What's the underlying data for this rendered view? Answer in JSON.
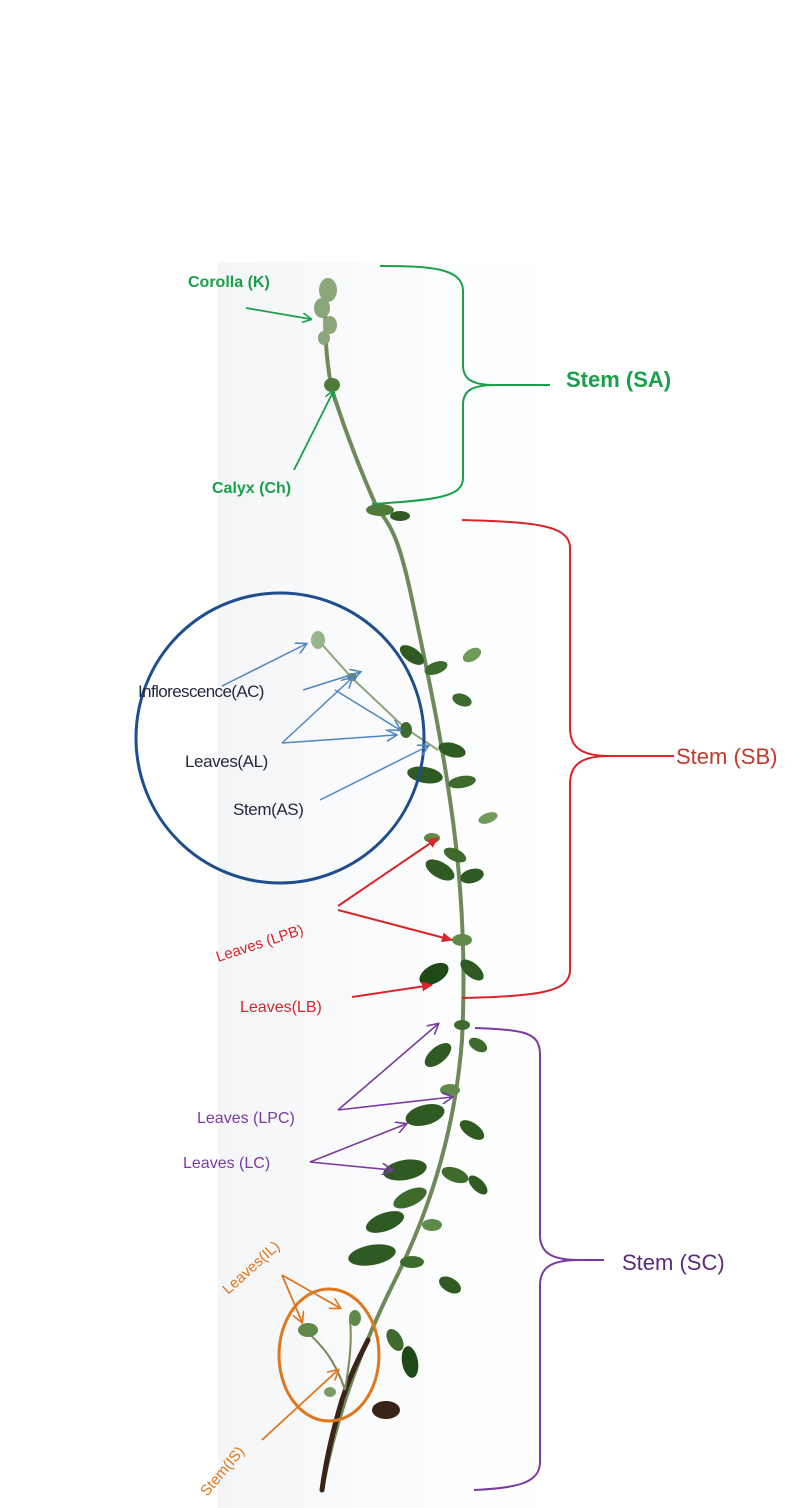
{
  "colors": {
    "green": "#1aa04a",
    "red": "#d8262a",
    "blue": "#1f4e8c",
    "arrow_blue": "#4f86c0",
    "purple": "#7a3aa0",
    "orange": "#e0771c",
    "stem_plant": "#6f8a5a",
    "leaf_plant": "#2f5a22",
    "leaf_light": "#5f8a4a",
    "dead_stem": "#3a2418"
  },
  "labels": {
    "corolla": "Corolla (K)",
    "calyx": "Calyx (Ch)",
    "stem_sa": "Stem (SA)",
    "inflorescence": "Inflorescence(AC)",
    "leaves_al": "Leaves(AL)",
    "stem_as": "Stem(AS)",
    "stem_sb": "Stem (SB)",
    "leaves_lpb": "Leaves (LPB)",
    "leaves_lb": "Leaves(LB)",
    "leaves_lpc": "Leaves (LPC)",
    "leaves_lc": "Leaves (LC)",
    "stem_sc": "Stem (SC)",
    "leaves_il": "Leaves(IL)",
    "stem_is": "Stem(IS)"
  }
}
